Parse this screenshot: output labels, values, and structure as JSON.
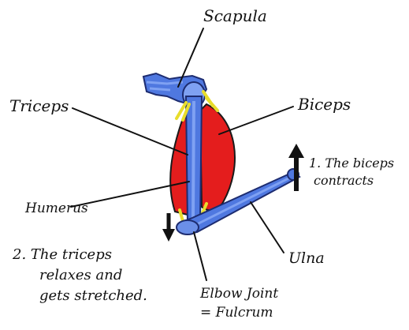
{
  "diagram": {
    "labels": {
      "scapula": "Scapula",
      "triceps": "Triceps",
      "biceps": "Biceps",
      "humerus": "Humerus",
      "ulna": "Ulna",
      "note_biceps": [
        "1. The biceps",
        "contracts"
      ],
      "note_triceps": [
        "2. The triceps",
        "relaxes and",
        "gets stretched."
      ],
      "elbow": [
        "Elbow Joint",
        "= Fulcrum"
      ]
    },
    "colors": {
      "bone": "#4f78e0",
      "bone_highlight": "#7fa1f2",
      "muscle": "#e41d1d",
      "tendon": "#e8dd2c",
      "ink": "#111111"
    }
  }
}
